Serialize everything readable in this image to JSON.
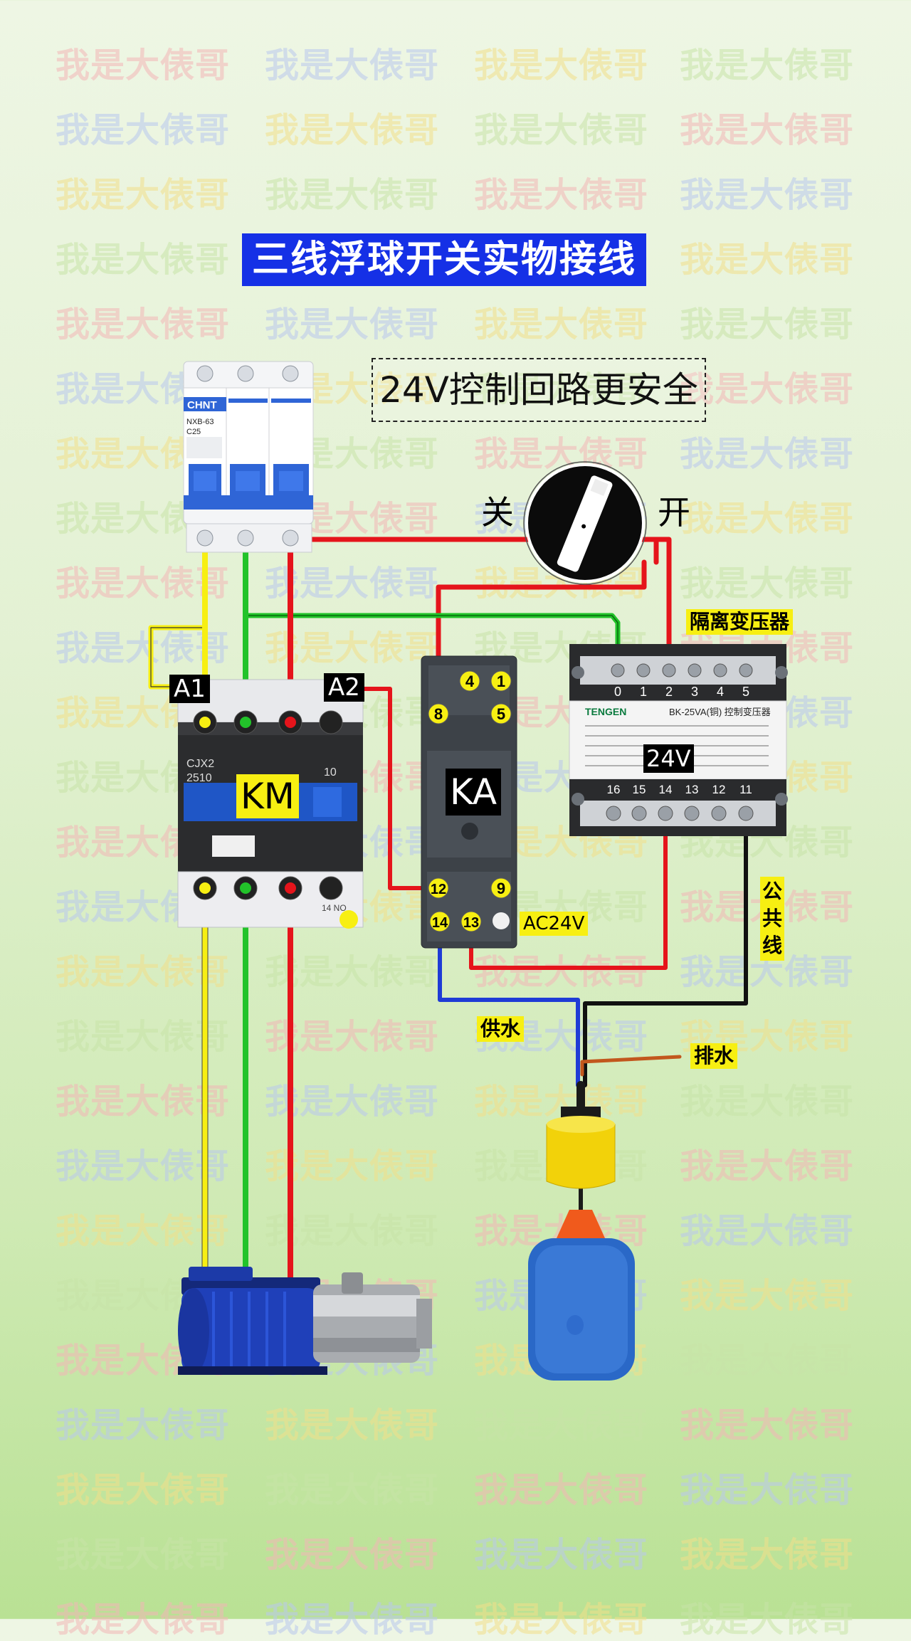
{
  "watermark": {
    "text": "我是大俵哥",
    "colors": [
      "#f3b7b7",
      "#b9c8ee",
      "#f2e08a",
      "#c8e4a8"
    ]
  },
  "title": "三线浮球开关实物接线",
  "subtitle": "24V控制回路更安全",
  "switch": {
    "off_label": "关",
    "on_label": "开"
  },
  "breaker": {
    "brand": "CHNT",
    "model": "NXB-63",
    "rating": "C25"
  },
  "contactor": {
    "name": "KM",
    "model_line1": "CJX2",
    "model_line2": "2510",
    "rating": "10",
    "coil_a1": "A1",
    "coil_a2": "A2",
    "aux_bottom": "14 NO"
  },
  "relay": {
    "name": "KA",
    "terminals": [
      "4",
      "1",
      "8",
      "5",
      "12",
      "9",
      "14",
      "13"
    ],
    "supply": "AC24V"
  },
  "transformer": {
    "title": "隔离变压器",
    "brand": "TENGEN",
    "model": "BK-25VA(铜) 控制变压器",
    "input_terminals": [
      "0",
      "1",
      "2",
      "3",
      "4",
      "5"
    ],
    "output_terminals": [
      "16",
      "15",
      "14",
      "13",
      "12",
      "11"
    ],
    "output_voltage": "24V"
  },
  "labels": {
    "common_wire": "公共线",
    "supply_water": "供水",
    "drain_water": "排水"
  },
  "wire_colors": {
    "L1": "#f7ef12",
    "L2": "#22c32a",
    "L3": "#e5141b",
    "control_blue": "#1f3bd6",
    "common_black": "#111111",
    "drain_brown": "#c2571d"
  }
}
